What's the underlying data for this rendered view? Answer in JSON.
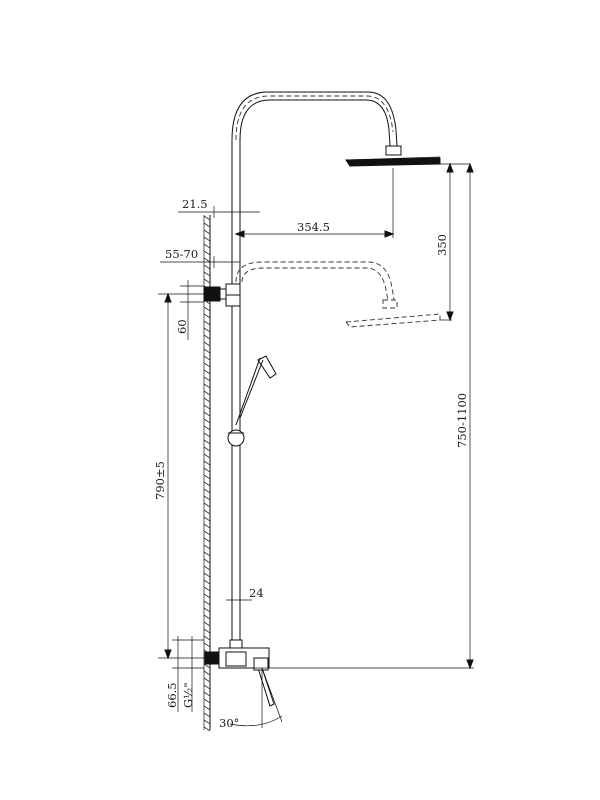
{
  "dimensions": {
    "wall_offset": "21.5",
    "arm_length": "354.5",
    "rise_height": "350",
    "bracket_depth": "55-70",
    "bracket_height": "60",
    "valve_to_bracket": "790±5",
    "total_height": "750-1100",
    "riser_diameter": "24",
    "valve_depth": "66.5",
    "thread": "G½\"",
    "lever_angle": "30°"
  }
}
